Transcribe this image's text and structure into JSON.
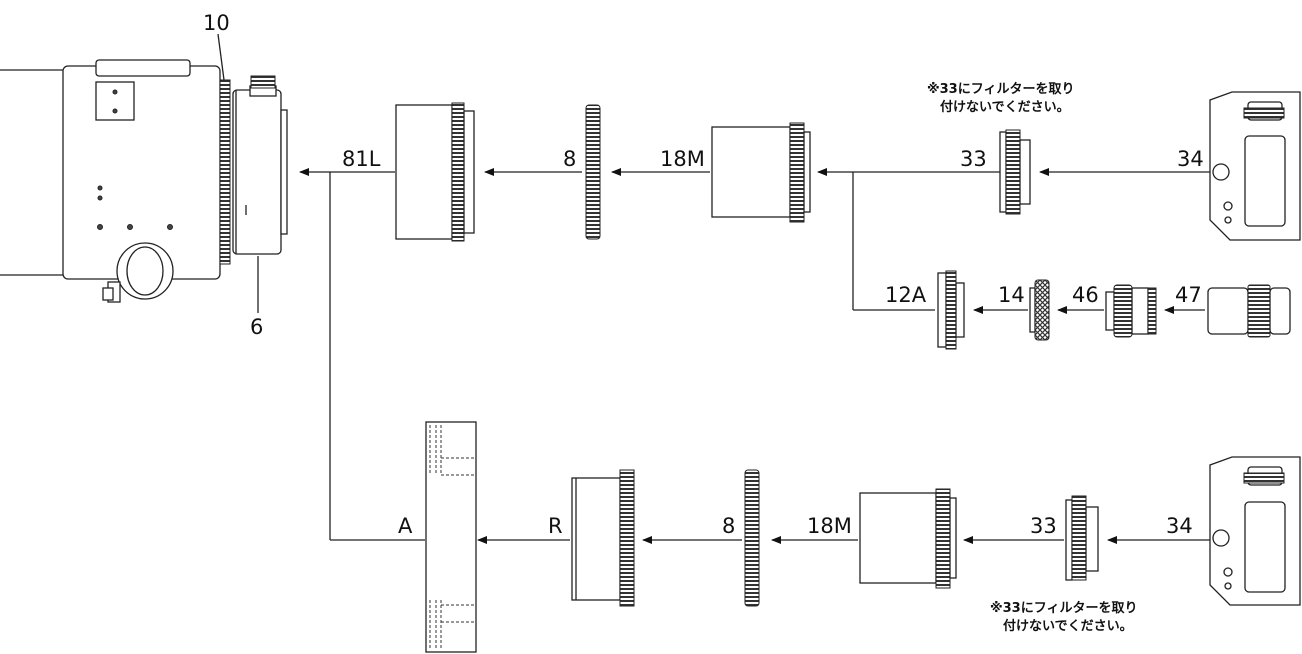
{
  "labels": {
    "focuser_ring": "10",
    "rotator": "6",
    "adapter_81l": "81L",
    "ring_8_top": "8",
    "extender_18m_top": "18M",
    "t_ring_33_top": "33",
    "camera_34_top": "34",
    "adapter_12a": "12A",
    "adapter_14": "14",
    "adapter_46": "46",
    "eyepiece_47": "47",
    "adapter_a": "A",
    "adapter_r": "R",
    "ring_8_bottom": "8",
    "extender_18m_bottom": "18M",
    "t_ring_33_bottom": "33",
    "camera_34_bottom": "34"
  },
  "notes": {
    "top_line1": "※33にフィルターを取り",
    "top_line2": "付けないでください。",
    "bottom_line1": "※33にフィルターを取り",
    "bottom_line2": "付けないでください。"
  }
}
